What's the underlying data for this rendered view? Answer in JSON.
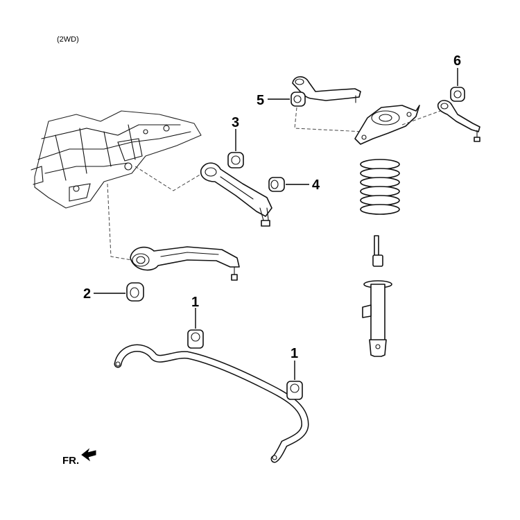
{
  "diagram": {
    "variant_label": "(2WD)",
    "front_label": "FR.",
    "callouts": {
      "c1a": "1",
      "c1b": "1",
      "c2": "2",
      "c3": "3",
      "c4": "4",
      "c5": "5",
      "c6": "6"
    }
  }
}
